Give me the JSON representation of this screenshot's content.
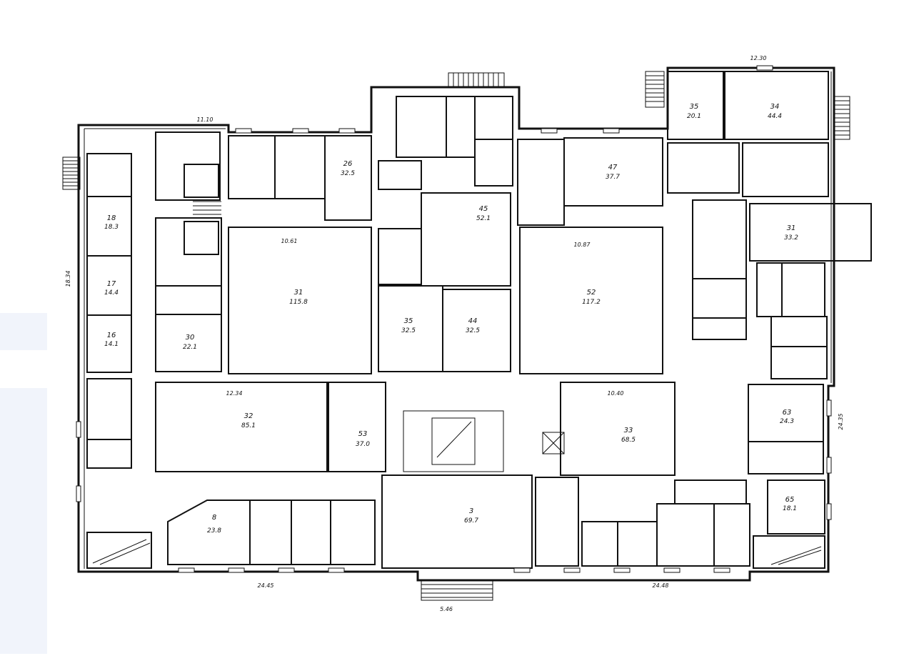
{
  "rooms": [
    {
      "num": "31",
      "area": "115.8",
      "width": "10.61"
    },
    {
      "num": "32",
      "area": "85.1",
      "width": "12.34"
    },
    {
      "num": "33",
      "area": "68.5",
      "width": "10.40"
    },
    {
      "num": "52",
      "area": "117.2",
      "width": "10.87"
    },
    {
      "num": "45",
      "area": "52.1"
    },
    {
      "num": "35",
      "area": "32.5"
    },
    {
      "num": "44",
      "area": "32.5"
    },
    {
      "num": "47",
      "area": "37.7"
    },
    {
      "num": "34",
      "area": "44.4"
    },
    {
      "num": "35",
      "area": "20.1"
    },
    {
      "num": "31",
      "area": "33.2"
    },
    {
      "num": "3",
      "area": "69.7"
    },
    {
      "num": "8",
      "area": "23.8"
    },
    {
      "num": "26",
      "area": "32.5"
    },
    {
      "num": "30",
      "area": "22.1"
    },
    {
      "num": "17",
      "area": "14.4"
    },
    {
      "num": "16",
      "area": "14.1"
    },
    {
      "num": "18",
      "area": "18.3"
    },
    {
      "num": "63",
      "area": "24.3"
    },
    {
      "num": "65",
      "area": "18.1"
    },
    {
      "num": "53",
      "area": "37.0"
    }
  ],
  "dimensions": {
    "bottom_left": "24.45",
    "bottom_right": "24.48",
    "bottom_center": "5.46",
    "top_right": "12.30",
    "left_side": "18.34",
    "right_side": "24.35",
    "top_left": "11.10"
  }
}
